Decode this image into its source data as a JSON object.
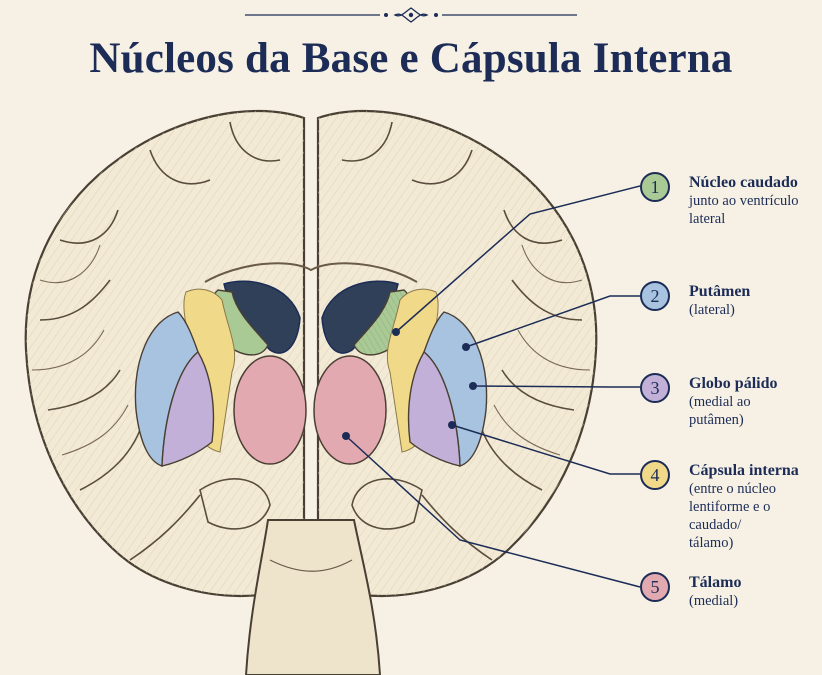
{
  "title": "Núcleos da Base e Cápsula Interna",
  "colors": {
    "caudate": "#a9c995",
    "putamen": "#a7c3e0",
    "globus_pallidus": "#c3b0d8",
    "internal_capsule": "#f1d98a",
    "thalamus": "#e2a9b0",
    "ink": "#1c2c57"
  },
  "labels": [
    {
      "number": "1",
      "name": "Núcleo caudado",
      "desc": "junto ao ventrículo\nlateral",
      "color": "#a9c995"
    },
    {
      "number": "2",
      "name": "Putâmen",
      "desc": "(lateral)",
      "color": "#a7c3e0"
    },
    {
      "number": "3",
      "name": "Globo pálido",
      "desc": "(medial ao\nputâmen)",
      "color": "#c3b0d8"
    },
    {
      "number": "4",
      "name": "Cápsula interna",
      "desc": "(entre o núcleo\nlentiforme e o caudado/\ntálamo)",
      "color": "#f1d98a"
    },
    {
      "number": "5",
      "name": "Tálamo",
      "desc": "(medial)",
      "color": "#e2a9b0"
    }
  ]
}
